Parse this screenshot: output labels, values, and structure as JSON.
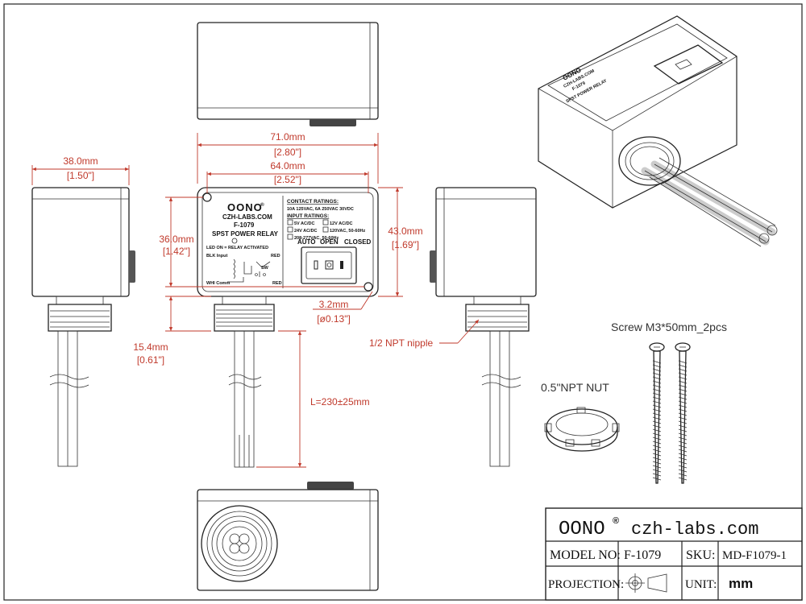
{
  "dimensions": {
    "overall_width_mm": "71.0mm",
    "overall_width_in": "[2.80\"]",
    "hole_spacing_mm": "64.0mm",
    "hole_spacing_in": "[2.52\"]",
    "depth_mm": "38.0mm",
    "depth_in": "[1.50\"]",
    "hole_vertical_mm": "36.0mm",
    "hole_vertical_in": "[1.42\"]",
    "height_mm": "43.0mm",
    "height_in": "[1.69\"]",
    "hole_dia_mm": "3.2mm",
    "hole_dia_in": "[ø0.13\"]",
    "nipple_mm": "15.4mm",
    "nipple_in": "[0.61\"]",
    "cable_length": "L=230±25mm"
  },
  "callouts": {
    "npt_nipple": "1/2 NPT nipple",
    "npt_nut": "0.5\"NPT NUT",
    "screw": "Screw M3*50mm_2pcs"
  },
  "faceplate": {
    "brand": "OONO",
    "reg": "®",
    "site": "CZH-LABS.COM",
    "model": "F-1079",
    "product": "SPST POWER RELAY",
    "led_note": "LED ON = RELAY ACTIVATED",
    "blk_input": "BLK Input",
    "whi_comm": "WHI Comm",
    "red_top": "RED",
    "red_bottom": "RED",
    "sw": "SW",
    "contact_title": "CONTACT RATINGS:",
    "contact_value": "10A 125VAC, 6A 250VAC 30VDC",
    "input_title": "INPUT RATINGS:",
    "input_1": "5V AC/DC",
    "input_2": "12V AC/DC",
    "input_3": "24V AC/DC",
    "input_4": "120VAC, 50-60Hz",
    "input_5": "208-277VAC, 50-60Hz",
    "mode_auto": "AUTO",
    "mode_open": "OPEN",
    "mode_closed": "CLOSED"
  },
  "title_block": {
    "brand": "OONO",
    "reg": "®",
    "website": "czh-labs.com",
    "model_label": "MODEL NO:",
    "model_value": "F-1079",
    "sku_label": "SKU:",
    "sku_value": "MD-F1079-1",
    "projection_label": "PROJECTION:",
    "unit_label": "UNIT:",
    "unit_value": "mm"
  },
  "colors": {
    "dimension": "#c0392b",
    "outline": "#222222"
  }
}
